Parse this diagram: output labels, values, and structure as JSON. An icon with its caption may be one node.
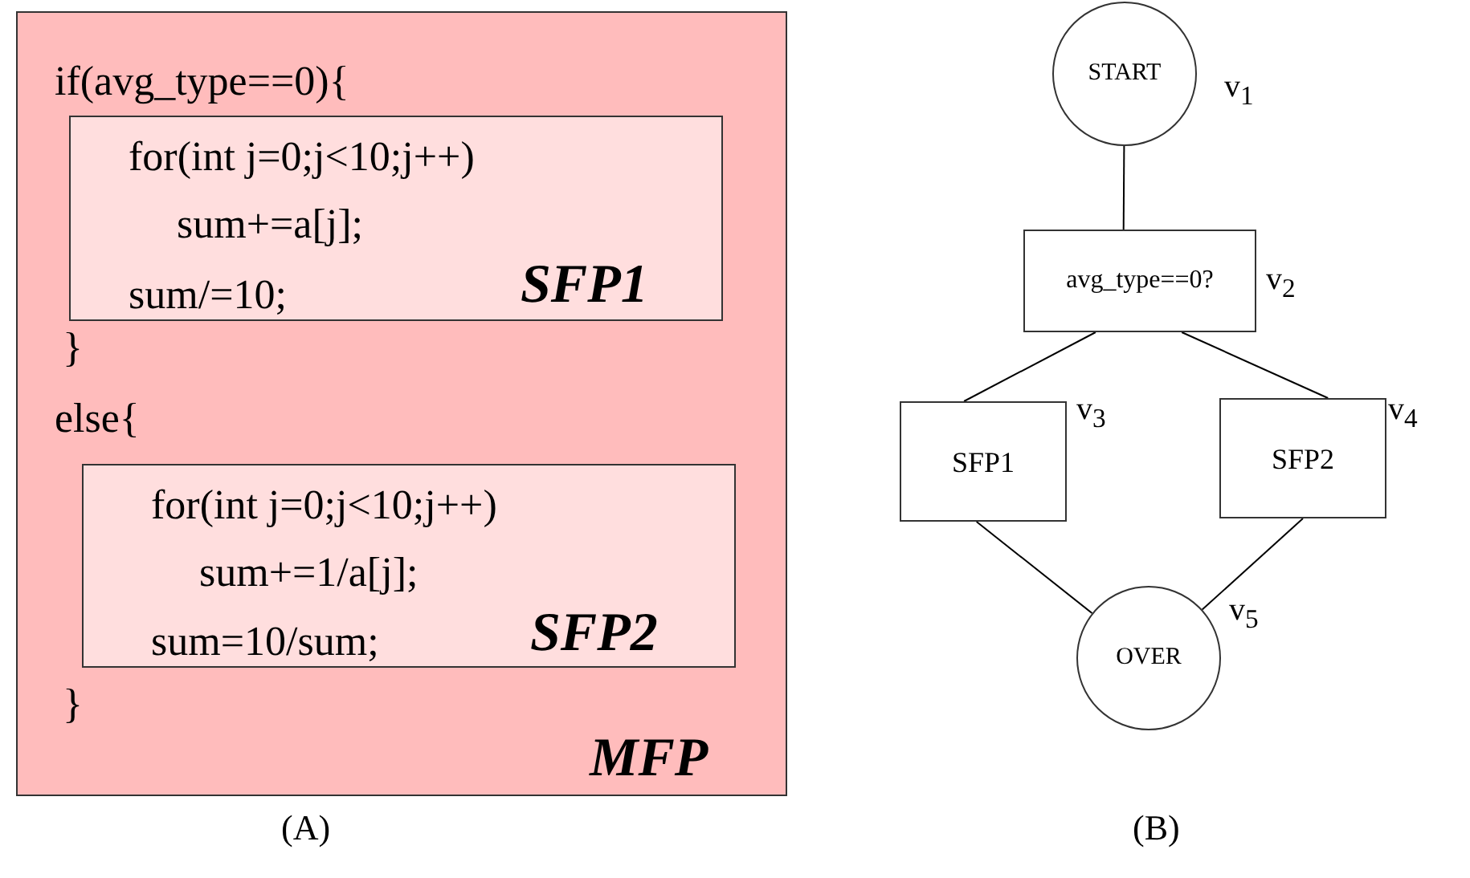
{
  "diagram": {
    "nodes": [
      {
        "text": [
          "if(avg_type==0){",
          "}",
          "else{",
          "}",
          "MFP"
        ]
      },
      {
        "text": [
          "for(int j=0;j<10;j++)",
          "sum+=a[j];",
          "sum/=10;",
          "SFP1"
        ],
        "in": 0
      },
      {
        "text": [
          "for(int j=0;j<10;j++)",
          "sum+=1/a[j];",
          "sum=10/sum;",
          "SFP2"
        ],
        "in": 0
      },
      {
        "text": [
          "START"
        ],
        "beside": [
          "v$_{1}$"
        ]
      },
      {
        "text": [
          "avg_type==0?"
        ],
        "beside": [
          "v$_{2}$"
        ]
      },
      {
        "text": [
          "SFP1"
        ],
        "beside": [
          "v$_{3}$"
        ]
      },
      {
        "text": [
          "SFP2"
        ],
        "beside": [
          "v$_{4}$"
        ]
      },
      {
        "text": [
          "OVER"
        ],
        "beside": [
          "v$_{5}$"
        ]
      }
    ],
    "edges": [
      {
        "from": 3,
        "to": 4,
        "arrow": "none"
      },
      {
        "from": 4,
        "to": 5,
        "arrow": "none"
      },
      {
        "from": 4,
        "to": 6,
        "arrow": "none"
      },
      {
        "from": 5,
        "to": 7,
        "arrow": "none"
      },
      {
        "from": 6,
        "to": 7,
        "arrow": "none"
      }
    ],
    "labels": [
      "(A)",
      "(B)"
    ]
  }
}
